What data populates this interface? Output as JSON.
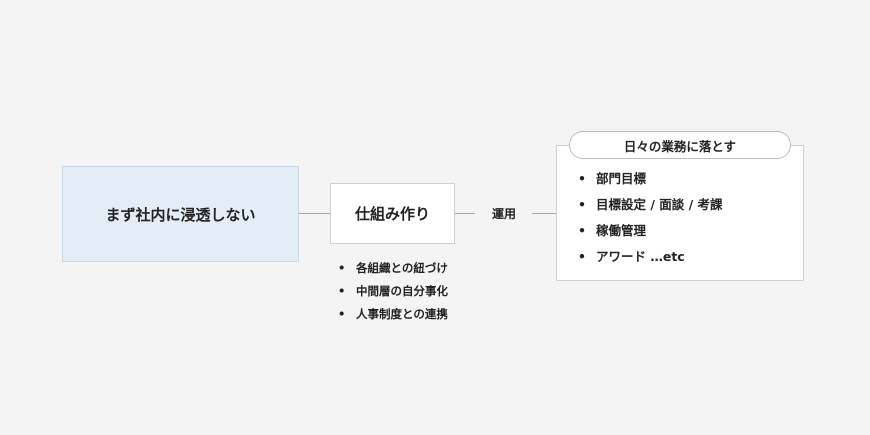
{
  "left_box": {
    "label": "まず社内に浸透しない"
  },
  "middle_box": {
    "label": "仕組み作り",
    "items": [
      "各組織との紐づけ",
      "中間層の自分事化",
      "人事制度との連携"
    ]
  },
  "connector_label": "運用",
  "right_box": {
    "header": "日々の業務に落とす",
    "items": [
      "部門目標",
      "目標設定 / 面談 / 考課",
      "稼働管理",
      "アワード …etc"
    ]
  },
  "colors": {
    "background": "#f4f4f4",
    "left_box_fill": "#e4ecf6",
    "box_fill": "#ffffff",
    "line": "#a8a8a8"
  }
}
